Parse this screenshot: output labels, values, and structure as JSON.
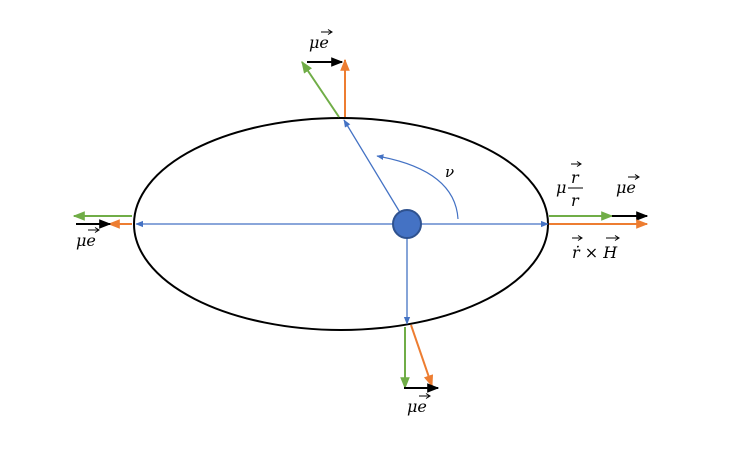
{
  "colors": {
    "ellipse": "#000000",
    "radius": "#4472c4",
    "planet_fill": "#4472c4",
    "planet_stroke": "#2f528f",
    "green": "#70ad47",
    "orange": "#ed7d31",
    "black": "#000000"
  },
  "labels": {
    "nu": "ν",
    "mu_e": "μe",
    "mu": "μ",
    "r": "r",
    "rdot_cross_H": "ṙ × H"
  }
}
